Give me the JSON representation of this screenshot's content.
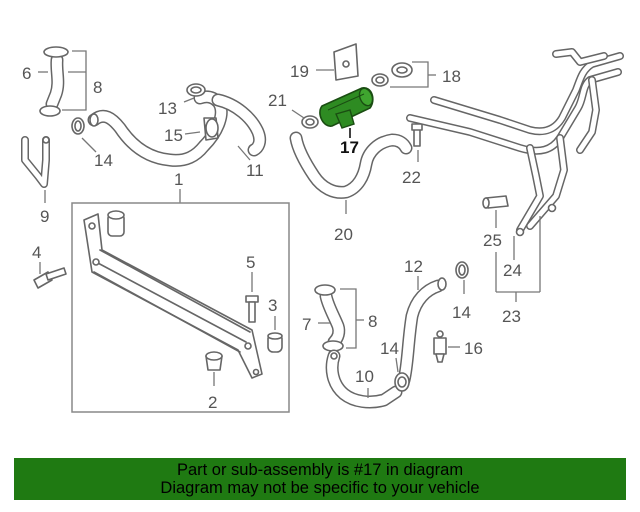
{
  "labels": {
    "l1": "1",
    "l2": "2",
    "l3": "3",
    "l4": "4",
    "l5": "5",
    "l6": "6",
    "l7": "7",
    "l8a": "8",
    "l8b": "8",
    "l9": "9",
    "l10": "10",
    "l11": "11",
    "l12": "12",
    "l13": "13",
    "l14a": "14",
    "l14b": "14",
    "l14c": "14",
    "l15": "15",
    "l16": "16",
    "l17": "17",
    "l18": "18",
    "l19": "19",
    "l20": "20",
    "l21": "21",
    "l22": "22",
    "l23": "23",
    "l24": "24",
    "l25": "25"
  },
  "highlight": {
    "part_number": "17",
    "color": "#2e8b22"
  },
  "banner": {
    "line1": "Part or sub-assembly is #17 in diagram",
    "line2": "Diagram may not be specific to your vehicle",
    "background": "#1f7a12"
  }
}
